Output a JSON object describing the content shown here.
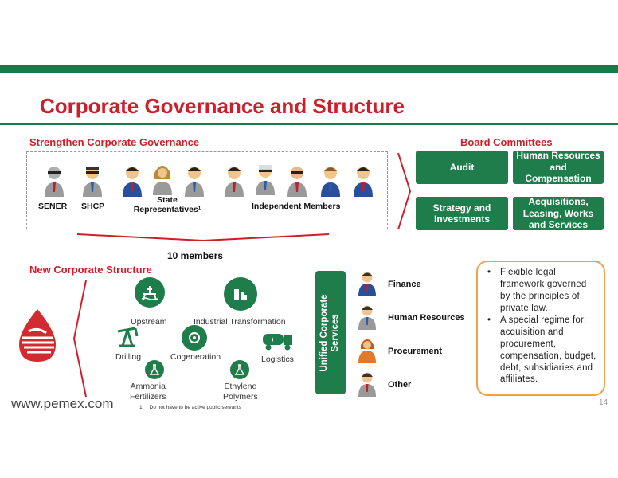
{
  "title": "Corporate Governance and Structure",
  "governance": {
    "heading": "Strengthen Corporate Governance",
    "labels": {
      "sener": "SENER",
      "shcp": "SHCP",
      "state_reps": "State Representatives¹",
      "independent": "Independent Members"
    },
    "members_total": "10 members"
  },
  "board_committees": {
    "heading": "Board Committees",
    "items": [
      "Audit",
      "Human Resources and Compensation",
      "Strategy and Investments",
      "Acquisitions, Leasing, Works and Services"
    ]
  },
  "structure": {
    "heading": "New Corporate Structure",
    "nodes": {
      "upstream": "Upstream",
      "industrial": "Industrial Transformation",
      "drilling": "Drilling",
      "cogeneration": "Cogeneration",
      "logistics": "Logistics",
      "ammonia": "Ammonia\nFertilizers",
      "ethylene": "Ethylene\nPolymers"
    },
    "icons": {
      "upstream": "oil-platform-icon",
      "industrial": "refinery-icon",
      "drilling": "pumpjack-icon",
      "cogeneration": "cogeneration-icon",
      "logistics": "tanker-truck-icon",
      "ammonia": "flask-icon",
      "ethylene": "flask-icon"
    }
  },
  "services": {
    "label": "Unified Corporate Services",
    "items": [
      "Finance",
      "Human Resources",
      "Procurement",
      "Other"
    ]
  },
  "info": {
    "bullets": [
      "Flexible legal framework governed by the principles of private law.",
      "A special regime for: acquisition and procurement, compensation, budget, debt, subsidiaries and affiliates."
    ]
  },
  "footer": {
    "website": "www.pemex.com",
    "footnote": "1     Do not have to be active public servants",
    "page": "14"
  },
  "colors": {
    "brand_green": "#1e7d4b",
    "title_red": "#cc1f2a",
    "accent_orange": "#f0a04b"
  }
}
